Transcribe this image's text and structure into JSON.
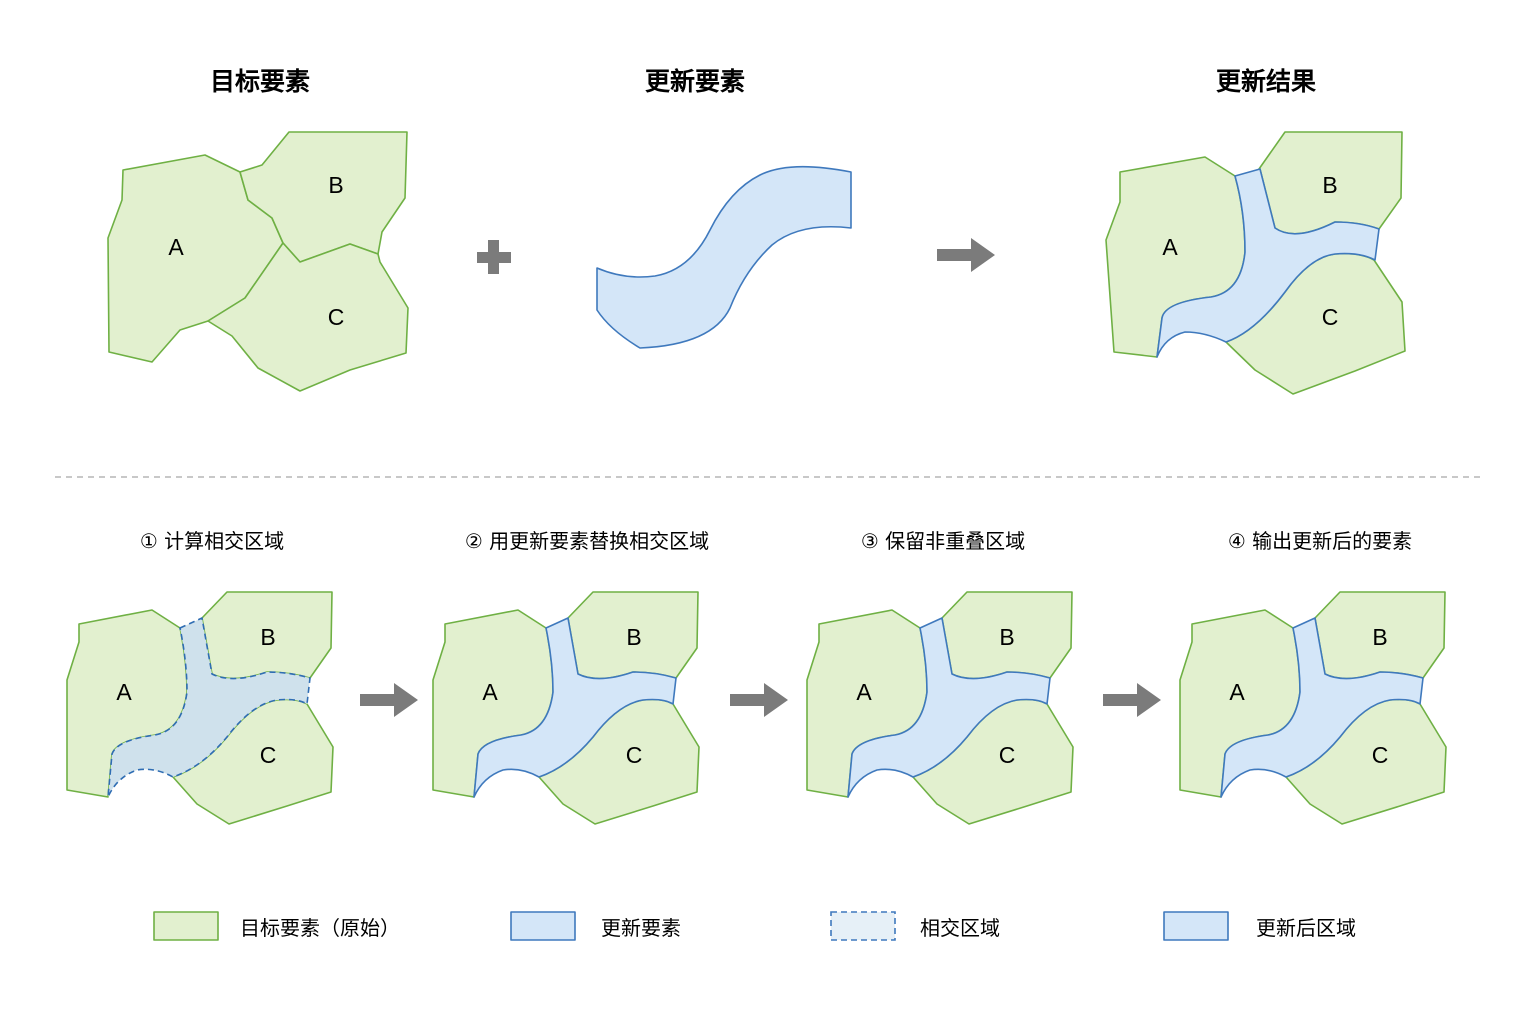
{
  "titles": {
    "target": "目标要素",
    "update": "更新要素",
    "result": "更新结果"
  },
  "steps": [
    "① 计算相交区域",
    "② 用更新要素替换相交区域",
    "③ 保留非重叠区域",
    "④ 输出更新后的要素"
  ],
  "labels": {
    "a": "A",
    "b": "B",
    "c": "C"
  },
  "legend": [
    {
      "text": "目标要素（原始）"
    },
    {
      "text": "更新要素"
    },
    {
      "text": "相交区域"
    },
    {
      "text": "更新后区域"
    }
  ],
  "colors": {
    "target_fill": "#e2f0cf",
    "target_stroke": "#6fb044",
    "update_fill": "#d4e6f8",
    "update_stroke": "#3f79bd",
    "arrow": "#7b7b7b"
  }
}
